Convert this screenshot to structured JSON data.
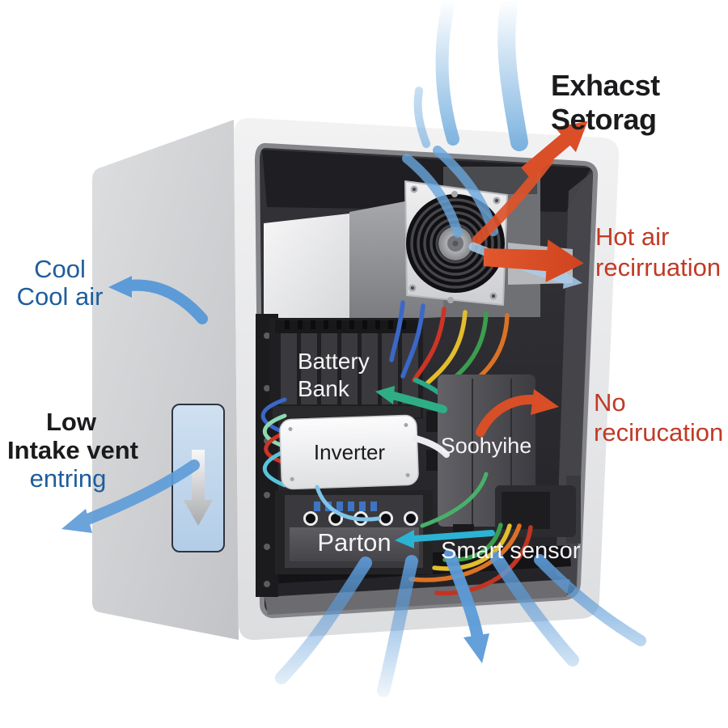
{
  "labels": {
    "exhaust": {
      "line1": "Exhacst",
      "line2": "Setorag"
    },
    "hot_air": {
      "line1": "Hot air",
      "line2": "recirruation"
    },
    "cool_air": {
      "line1": "Cool",
      "line2": "Cool air"
    },
    "intake_vent": {
      "line1": "Low",
      "line2": "Intake vent",
      "line3": "entring"
    },
    "no_recirculation": {
      "line1": "No",
      "line2": "recirucation"
    },
    "battery_bank": {
      "line1": "Battery",
      "line2": "Bank"
    },
    "inverter": {
      "label": "Inverter"
    },
    "controller": {
      "label": "Soohyihe"
    },
    "parton": {
      "label": "Parton"
    },
    "smart_sensor": {
      "label": "Smart sensor"
    }
  },
  "colors": {
    "hot_text": "#c13a26",
    "hot_arrow": "#d84e27",
    "cool_text": "#1f5d9c",
    "cool_arrow": "#5c9bd8",
    "dark_text": "#1b1b1d",
    "white_text": "#f4f4f5",
    "teal_arrow": "#2fae85",
    "cyan_arrow": "#2cb3d4"
  }
}
